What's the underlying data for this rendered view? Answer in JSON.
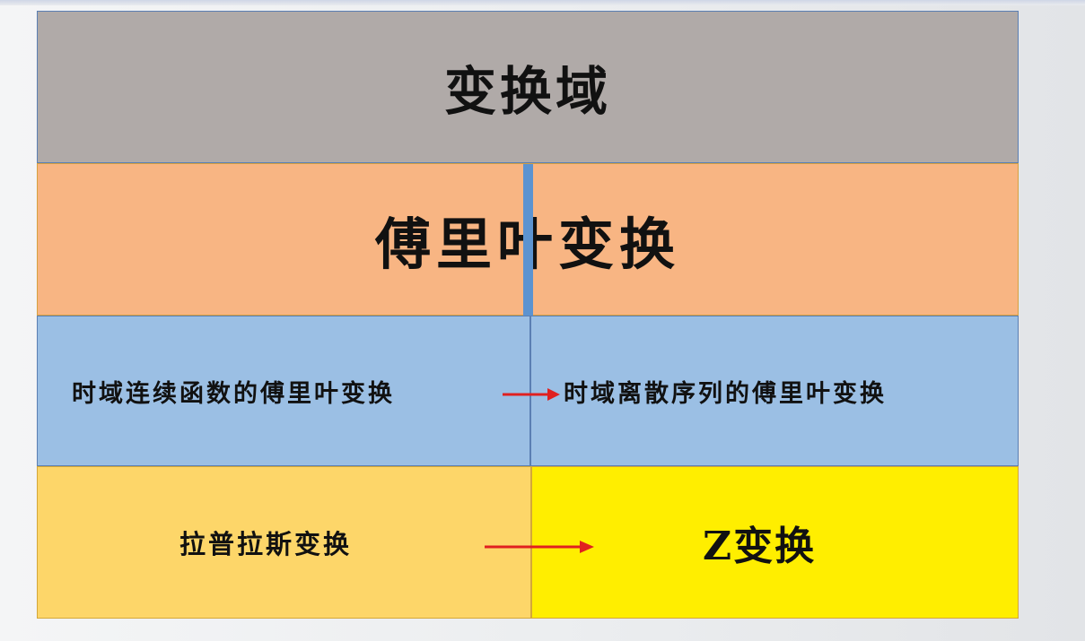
{
  "diagram": {
    "title": "变换域",
    "fourier": "傅里叶变换",
    "continuous_ft": "时域连续函数的傅里叶变换",
    "discrete_ft": "时域离散序列的傅里叶变换",
    "laplace": "拉普拉斯变换",
    "z_transform": "Z变换"
  },
  "colors": {
    "title_bg": "#b0aaa8",
    "fourier_bg": "#f8b583",
    "ft_row_bg": "#9bbfe4",
    "laplace_bg": "#fdd669",
    "z_bg": "#ffee00",
    "arrow": "#e02020"
  }
}
